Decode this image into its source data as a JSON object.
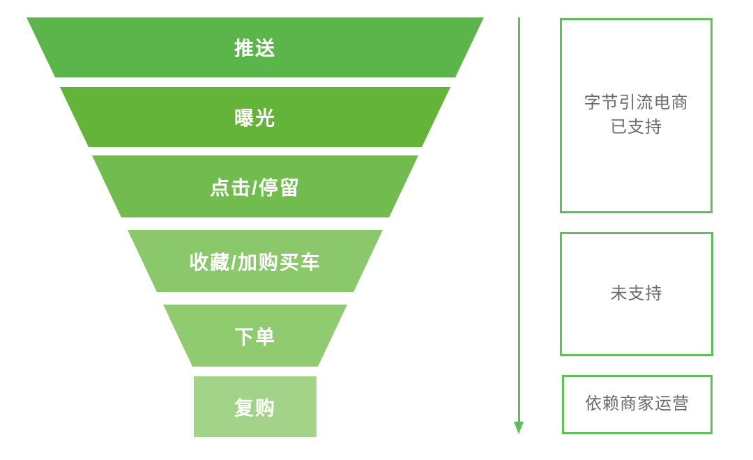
{
  "funnel": {
    "stages": [
      {
        "id": "push",
        "label": "推送",
        "color": "#5CB54A"
      },
      {
        "id": "exposure",
        "label": "曝光",
        "color": "#63B438"
      },
      {
        "id": "click-dwell",
        "label": "点击/停留",
        "color": "#72BC4F"
      },
      {
        "id": "favorite-addcart",
        "label": "收藏/加购买车",
        "color": "#8BC86B"
      },
      {
        "id": "order",
        "label": "下单",
        "color": "#90CB70"
      },
      {
        "id": "repurchase",
        "label": "复购",
        "color": "#A3D289"
      }
    ],
    "label_color": "#FFFFFF"
  },
  "annotations": {
    "arrow_color": "#5CC05A",
    "box_border_color": "#5CC157",
    "text_color": "#6B6B6B",
    "boxes": [
      {
        "id": "supported",
        "label": "字节引流电商\n已支持"
      },
      {
        "id": "unsupported",
        "label": "未支持"
      },
      {
        "id": "merchant-ops",
        "label": "依赖商家运营"
      }
    ]
  }
}
